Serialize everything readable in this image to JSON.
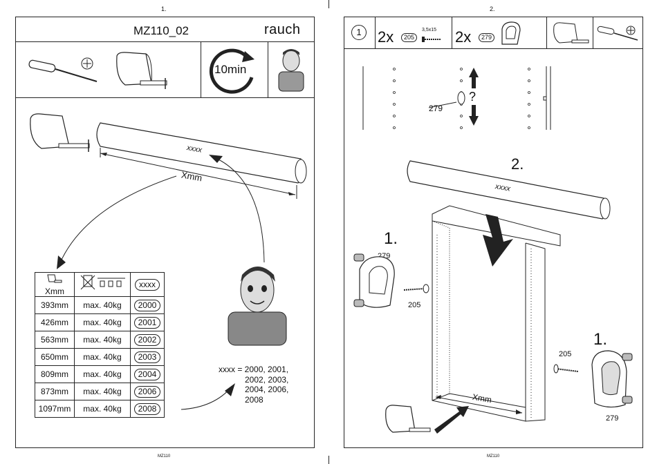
{
  "left": {
    "page_number": "1.",
    "title": "MZ110_02",
    "brand": "rauch",
    "time": "10min",
    "rod_label": "xxxx",
    "length_label": "Xmm",
    "table": {
      "header_x": "Xmm",
      "header_code": "xxxx",
      "rows": [
        {
          "length": "393mm",
          "load": "max. 40kg",
          "code": "2000"
        },
        {
          "length": "426mm",
          "load": "max. 40kg",
          "code": "2001"
        },
        {
          "length": "563mm",
          "load": "max. 40kg",
          "code": "2002"
        },
        {
          "length": "650mm",
          "load": "max. 40kg",
          "code": "2003"
        },
        {
          "length": "809mm",
          "load": "max. 40kg",
          "code": "2004"
        },
        {
          "length": "873mm",
          "load": "max. 40kg",
          "code": "2006"
        },
        {
          "length": "1097mm",
          "load": "max. 40kg",
          "code": "2008"
        }
      ]
    },
    "note_lines": [
      "xxxx = 2000, 2001,",
      "2002, 2003,",
      "2004, 2006,",
      "2008"
    ],
    "footer": "MZ110"
  },
  "right": {
    "page_number": "2.",
    "step": "1",
    "qty1": "2x",
    "part1": "205",
    "screw_size": "3,5x15",
    "qty2": "2x",
    "part2": "279",
    "hole_label": "279",
    "question": "?",
    "step2": "2.",
    "rod_label": "xxxx",
    "step1_left": "1.",
    "part_279_left": "279",
    "part_205_left": "205",
    "step1_right": "1.",
    "part_205_right": "205",
    "part_279_right": "279",
    "width_label": "Xmm",
    "footer": "MZ110"
  }
}
